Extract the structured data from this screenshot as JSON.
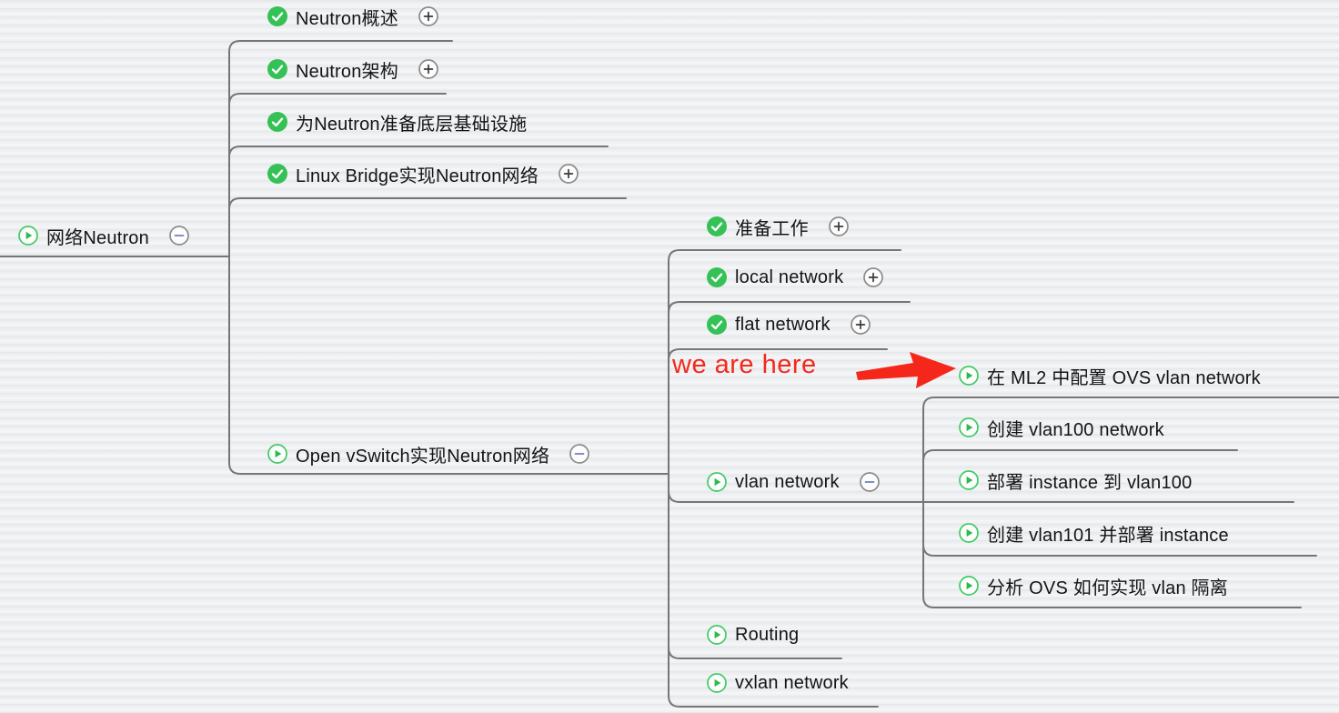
{
  "app": "mindmap-canvas",
  "colors": {
    "done_green": "#35c156",
    "inprogress_green": "#2eb94f",
    "branch_line_gray": "#767676",
    "annotation_red": "#f5271b",
    "collapse_minus_blue": "#7d92bd",
    "text_black": "#141414",
    "canvas_bg": "#edeff1"
  },
  "annotation": {
    "label": "we are here"
  },
  "nodes": [
    {
      "label": "网络Neutron",
      "status": "in_progress",
      "toggle": "collapse"
    },
    {
      "label": "Neutron概述",
      "status": "done",
      "toggle": "expand"
    },
    {
      "label": "Neutron架构",
      "status": "done",
      "toggle": "expand"
    },
    {
      "label": "为Neutron准备底层基础设施",
      "status": "done",
      "toggle": null
    },
    {
      "label": "Linux Bridge实现Neutron网络",
      "status": "done",
      "toggle": "expand"
    },
    {
      "label": "Open vSwitch实现Neutron网络",
      "status": "in_progress",
      "toggle": "collapse"
    },
    {
      "label": "准备工作",
      "status": "done",
      "toggle": "expand"
    },
    {
      "label": "local network",
      "status": "done",
      "toggle": "expand"
    },
    {
      "label": "flat network",
      "status": "done",
      "toggle": "expand"
    },
    {
      "label": "在 ML2 中配置 OVS vlan network",
      "status": "in_progress",
      "toggle": null
    },
    {
      "label": "vlan network",
      "status": "in_progress",
      "toggle": "collapse"
    },
    {
      "label": "创建 vlan100 network",
      "status": "in_progress",
      "toggle": null
    },
    {
      "label": "部署 instance 到 vlan100",
      "status": "in_progress",
      "toggle": null
    },
    {
      "label": "创建 vlan101 并部署 instance",
      "status": "in_progress",
      "toggle": null
    },
    {
      "label": "分析 OVS 如何实现 vlan 隔离",
      "status": "in_progress",
      "toggle": null
    },
    {
      "label": "Routing",
      "status": "in_progress",
      "toggle": null
    },
    {
      "label": "vxlan network",
      "status": "in_progress",
      "toggle": null
    }
  ]
}
